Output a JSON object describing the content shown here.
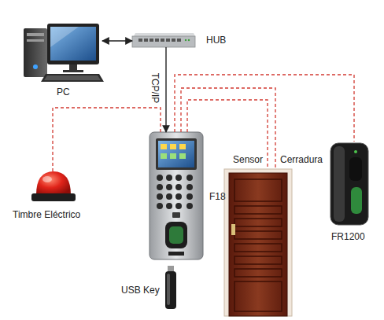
{
  "diagram": {
    "nodes": [
      {
        "text": [
          "PC"
        ]
      },
      {
        "text": [
          "HUB"
        ]
      },
      {
        "text": [
          "F18"
        ]
      },
      {
        "text": [
          "Timbre Eléctrico"
        ]
      },
      {
        "text": [
          "Sensor",
          "Cerradura"
        ]
      },
      {
        "text": [
          "FR1200"
        ]
      },
      {
        "text": [
          "USB Key"
        ]
      }
    ],
    "edges": [
      {
        "from": 0,
        "to": 1,
        "arrow": "both"
      },
      {
        "from": 1,
        "to": 2,
        "label": "TCP/IP",
        "arrow": "to"
      },
      {
        "from": 2,
        "to": 3,
        "arrow": "none"
      },
      {
        "from": 2,
        "to": 4,
        "arrow": "none"
      },
      {
        "from": 2,
        "to": 4,
        "arrow": "none"
      },
      {
        "from": 2,
        "to": 5,
        "arrow": "none"
      }
    ]
  }
}
